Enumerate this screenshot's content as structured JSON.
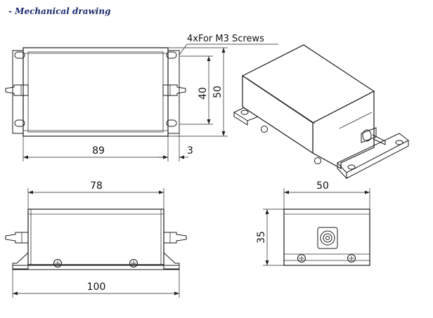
{
  "heading": "- Mechanical drawing",
  "callout": "4xFor M3 Screws",
  "dimensions": {
    "top_width": "89",
    "top_flange": "3",
    "top_height_inner": "40",
    "top_height_outer": "50",
    "front_body": "78",
    "front_total": "100",
    "end_width": "50",
    "end_height": "35"
  },
  "colors": {
    "heading": "#1b2a6b",
    "line": "#1a1a1a"
  }
}
